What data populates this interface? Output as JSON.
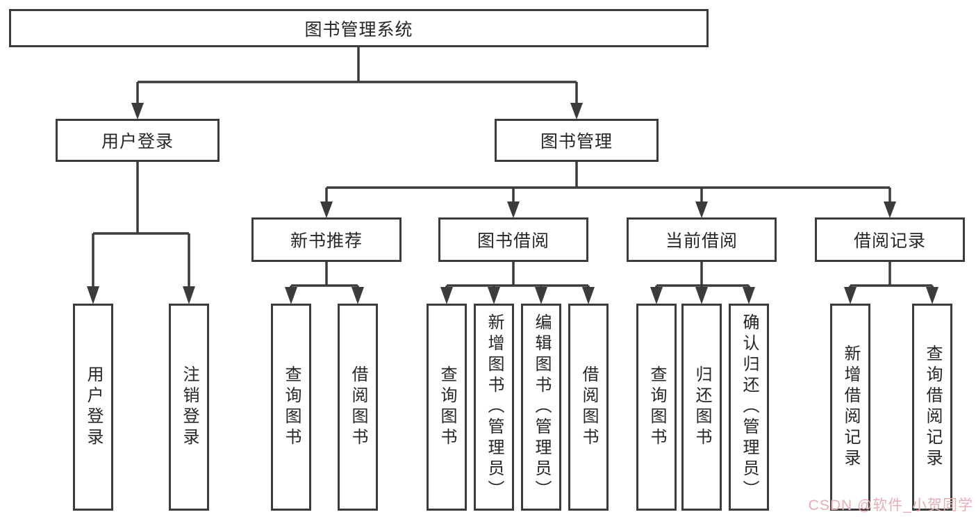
{
  "colors": {
    "line": "#3b3b3b",
    "text": "#262626",
    "background": "#ffffff",
    "watermark": "#e8aeb4"
  },
  "watermark": "CSDN @软件_小贺同学",
  "nodes": {
    "root": "图书管理系统",
    "user_login": "用户登录",
    "book_mgmt": "图书管理",
    "new_book_rec": "新书推荐",
    "book_borrow": "图书借阅",
    "current_borrow": "当前借阅",
    "borrow_record": "借阅记录",
    "leaf_user_login": "用户登录",
    "leaf_logout": "注销登录",
    "leaf_query_book_a": "查询图书",
    "leaf_borrow_book_a": "借阅图书",
    "leaf_query_book_b": "查询图书",
    "leaf_add_book": "新增图书（管理员）",
    "leaf_edit_book": "编辑图书（管理员）",
    "leaf_borrow_book_b": "借阅图书",
    "leaf_query_book_c": "查询图书",
    "leaf_return_book": "归还图书",
    "leaf_confirm_return": "确认归还（管理员）",
    "leaf_add_borrow_record": "新增借阅记录",
    "leaf_query_borrow_record": "查询借阅记录"
  }
}
